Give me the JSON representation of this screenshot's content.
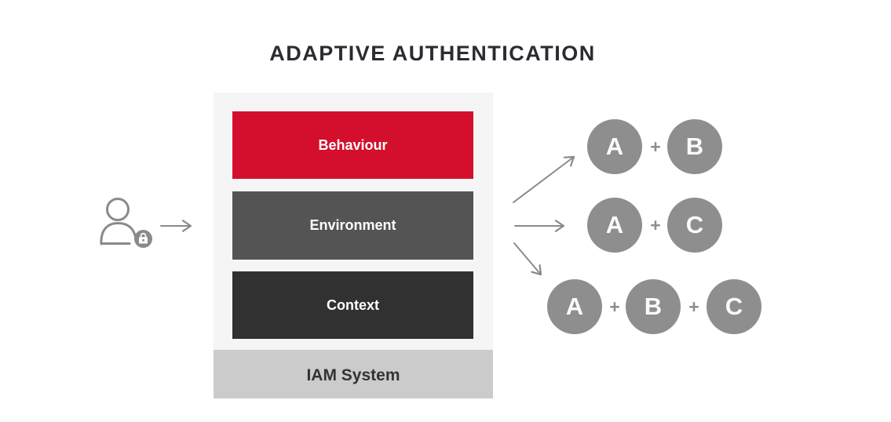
{
  "title": "ADAPTIVE AUTHENTICATION",
  "user": {
    "icon": "person-lock-icon",
    "description": "user with lock badge"
  },
  "stack": {
    "layers": [
      {
        "id": "behaviour",
        "label": "Behaviour",
        "color": "#d40f2d"
      },
      {
        "id": "environment",
        "label": "Environment",
        "color": "#545454"
      },
      {
        "id": "context",
        "label": "Context",
        "color": "#313131"
      }
    ],
    "base": {
      "label": "IAM System",
      "color": "#cbcbcb"
    }
  },
  "combinations": [
    {
      "factors": [
        "A",
        "B"
      ],
      "plus": "+"
    },
    {
      "factors": [
        "A",
        "C"
      ],
      "plus": "+"
    },
    {
      "factors": [
        "A",
        "B",
        "C"
      ],
      "plus": "+"
    }
  ],
  "colors": {
    "accent_red": "#d40f2d",
    "panel_background": "#f5f5f5",
    "iam_band": "#cbcbcb",
    "circle_gray": "#8e8e8e",
    "arrow_gray": "#8a8a8a",
    "title_text": "#2b2b33",
    "iam_text": "#333333",
    "page_background": "#ffffff"
  }
}
